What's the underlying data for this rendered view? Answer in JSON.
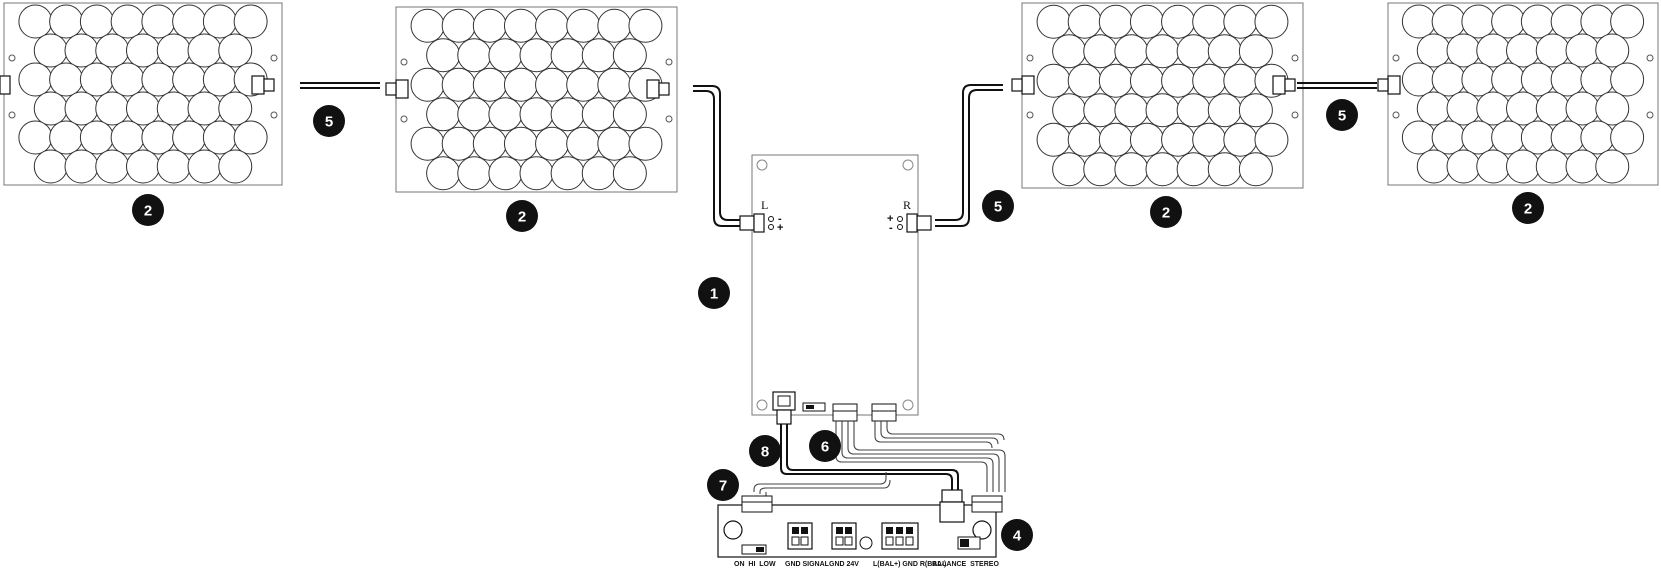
{
  "callouts": {
    "c1": "1",
    "c2": "2",
    "c4": "4",
    "c5": "5",
    "c6": "6",
    "c7": "7",
    "c8": "8"
  },
  "amp_board": {
    "left_channel": "L",
    "right_channel": "R",
    "plus": "+",
    "minus": "-"
  },
  "control_board": {
    "switch_gain_labels": "ON  HI  LOW",
    "signal_terminal_label": "GND SIGNAL",
    "power_terminal_label": "GND 24V",
    "audio_terminal_label": "L(BAL+) GND R(BAL-)",
    "mode_switch_labels": "BALANCE  STEREO"
  }
}
